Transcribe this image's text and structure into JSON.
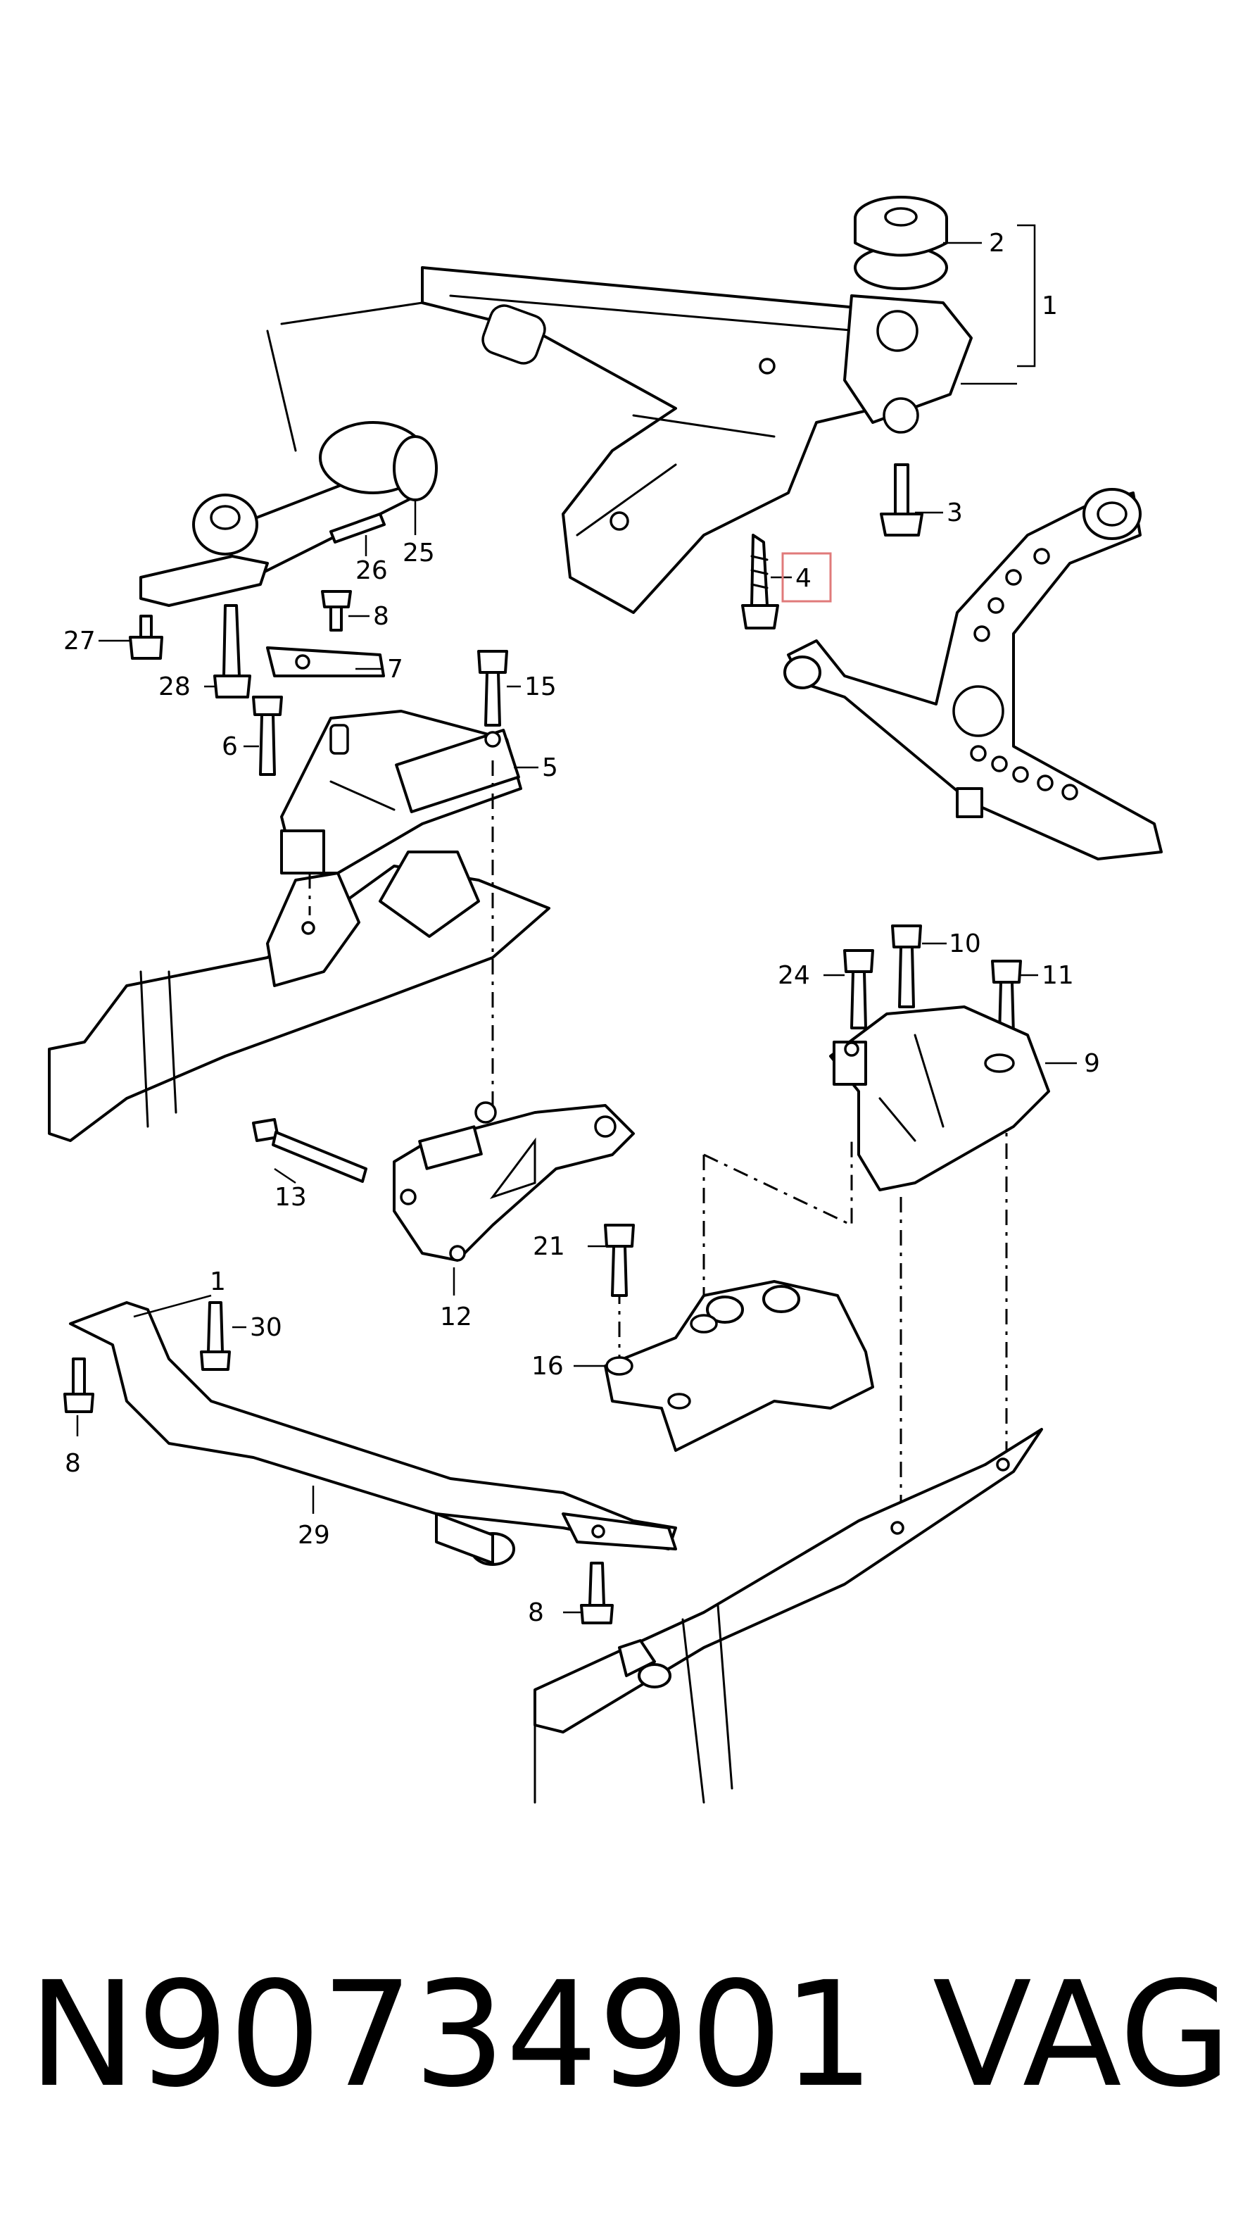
{
  "diagram": {
    "callouts": {
      "c1a": "1",
      "c2": "2",
      "c3": "3",
      "c4": "4",
      "c5": "5",
      "c6": "6",
      "c7": "7",
      "c8a": "8",
      "c8b": "8",
      "c8c": "8",
      "c9": "9",
      "c10": "10",
      "c11": "11",
      "c12": "12",
      "c13": "13",
      "c15": "15",
      "c16": "16",
      "c1b": "1",
      "c21": "21",
      "c24": "24",
      "c25": "25",
      "c26": "26",
      "c27": "27",
      "c28": "28",
      "c29": "29",
      "c30": "30"
    },
    "highlighted_callout": "4",
    "highlight_color": "#e07a7a"
  },
  "caption": {
    "part_number": "N90734901",
    "brand": "VAG"
  }
}
